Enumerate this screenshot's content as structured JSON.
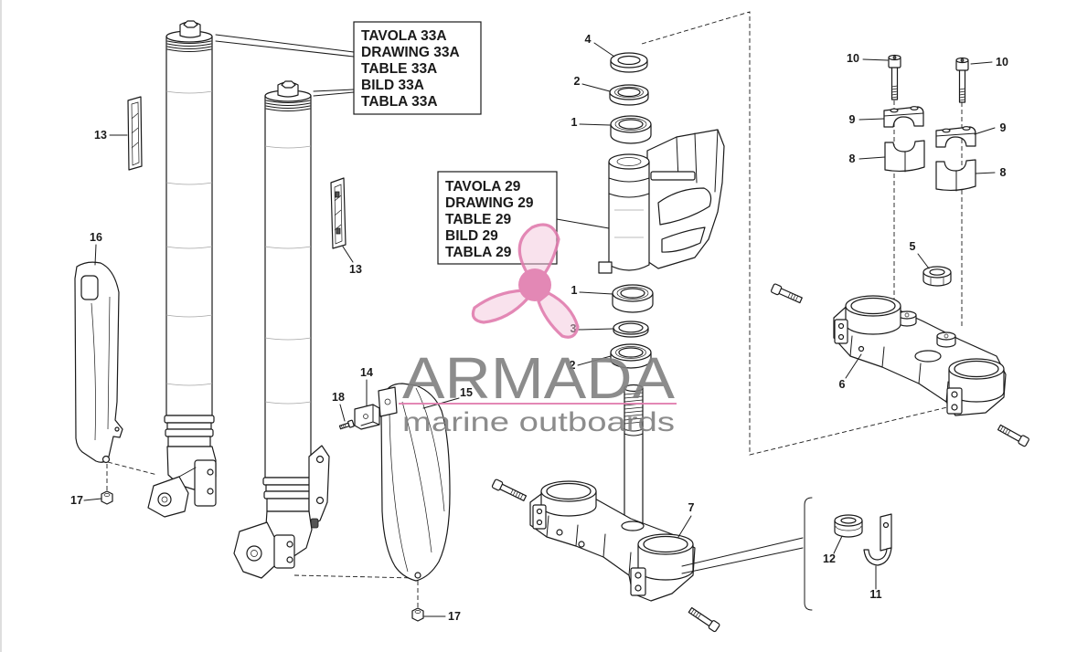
{
  "drawing_refs": {
    "fork_table": [
      "TAVOLA 33A",
      "DRAWING 33A",
      "TABLE 33A",
      "BILD 33A",
      "TABLA 33A"
    ],
    "frame_table": [
      "TAVOLA 29",
      "DRAWING 29",
      "TABLE 29",
      "BILD 29",
      "TABLA 29"
    ]
  },
  "callouts": {
    "seal_top": "4",
    "dust_seal_upper": "2",
    "bearing_upper": "1",
    "bearing_lower": "1",
    "ring": "3",
    "dust_seal_lower": "2",
    "lower_clamp": "7",
    "bolt_left": "10",
    "bolt_right": "10",
    "cap_left": "9",
    "cap_right": "9",
    "riser_left": "8",
    "riser_right": "8",
    "nut": "5",
    "top_clamp": "6",
    "bracket_left": "13",
    "bracket_right": "13",
    "guard_left": "16",
    "nut_left": "17",
    "nut_right": "17",
    "clip_small": "14",
    "guard_right": "15",
    "screw": "18",
    "grommet": "12",
    "clip": "11"
  },
  "watermark": {
    "brand": "ARMADA",
    "tagline": "marine outboards"
  },
  "colors": {
    "ink": "#1a1a1a",
    "watermark_pink": "#e07cae",
    "watermark_pink_fill": "#f3c3da",
    "watermark_gray": "#808080",
    "background": "#ffffff"
  }
}
